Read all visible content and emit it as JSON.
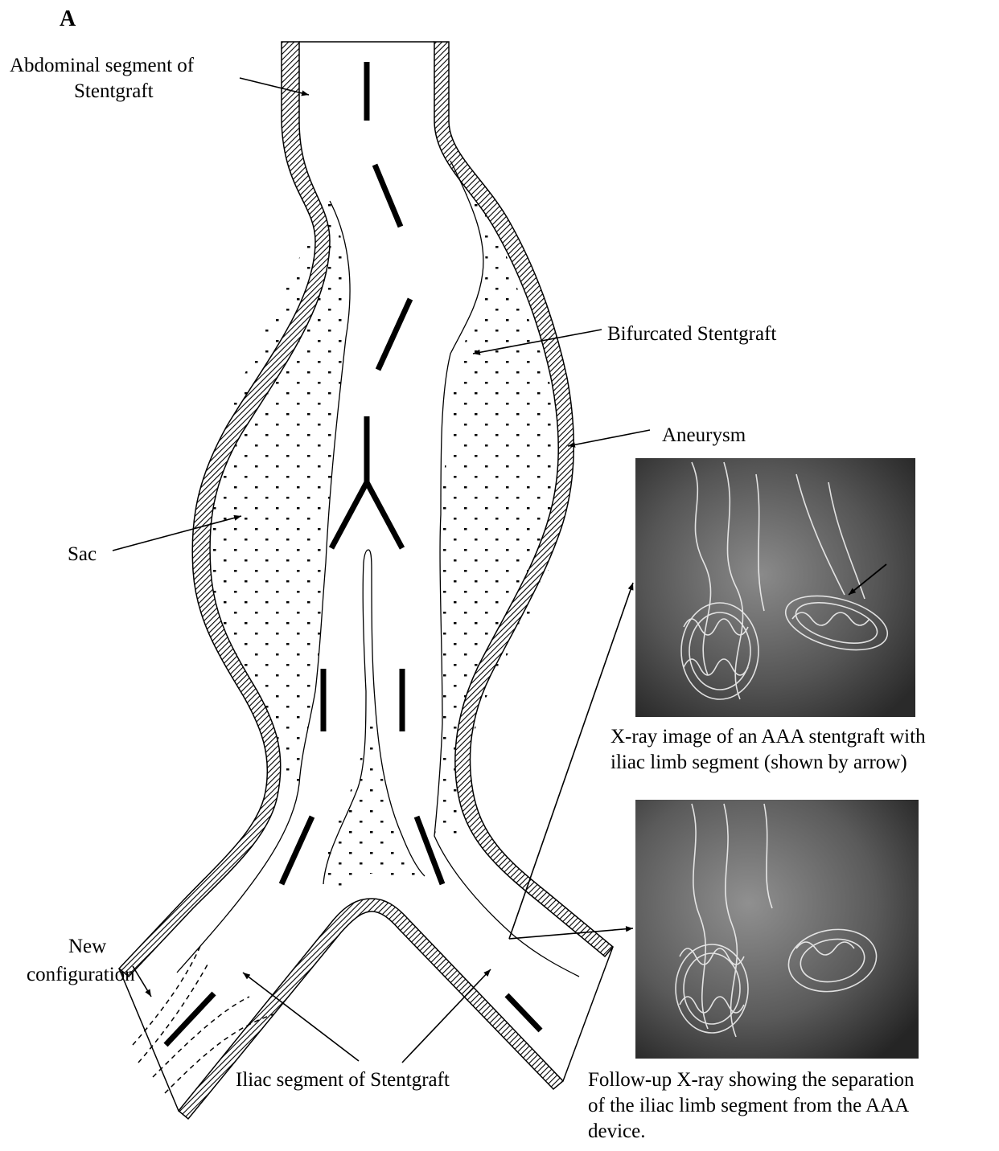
{
  "figure": {
    "panel_label": "A",
    "labels": {
      "abdominal_line1": "Abdominal segment of",
      "abdominal_line2": "Stentgraft",
      "bifurcated": "Bifurcated Stentgraft",
      "aneurysm": "Aneurysm",
      "sac": "Sac",
      "new_config_line1": "New",
      "new_config_line2": "configuration",
      "iliac": "Iliac segment of Stentgraft"
    },
    "xray_top": {
      "caption_line1": "X-ray image of an AAA stentgraft with",
      "caption_line2": "iliac limb segment (shown by arrow)"
    },
    "xray_bottom": {
      "caption_line1": "Follow-up X-ray showing the separation",
      "caption_line2": "of the iliac limb segment from the AAA",
      "caption_line3": "device."
    },
    "colors": {
      "ink": "#000000",
      "xray_dark": "#2a2a2a",
      "xray_light": "#e8e8e8"
    }
  }
}
